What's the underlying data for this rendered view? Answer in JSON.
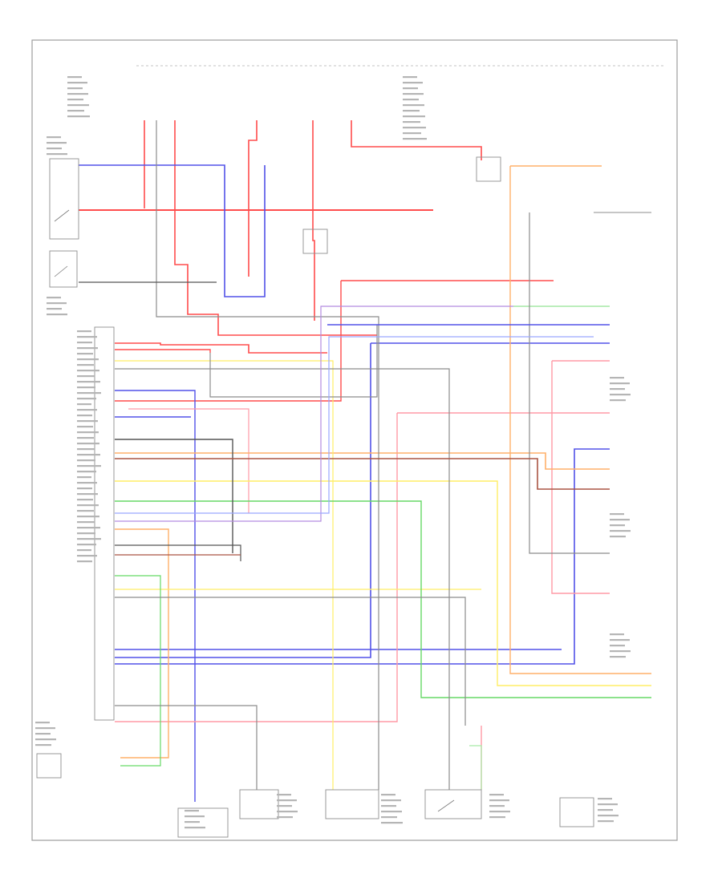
{
  "diagram": {
    "corner_label": "",
    "block_labels": [],
    "wire_colors": {
      "red": "#ff4d4d",
      "blue": "#5252e8",
      "pink": "#ff9aa6",
      "orange": "#ffb06a",
      "yellow": "#ffee66",
      "green": "#66d966",
      "lightgreen": "#a6e9a6",
      "gray": "#8c8c8c",
      "dark": "#555555",
      "brown": "#aa5544",
      "violet": "#b48ce0",
      "lightblue": "#9aa6ff"
    },
    "connectors": [
      {
        "name": "ecm-connector",
        "pins": 42
      },
      {
        "name": "right-side-connectors",
        "pins": 14
      }
    ]
  }
}
